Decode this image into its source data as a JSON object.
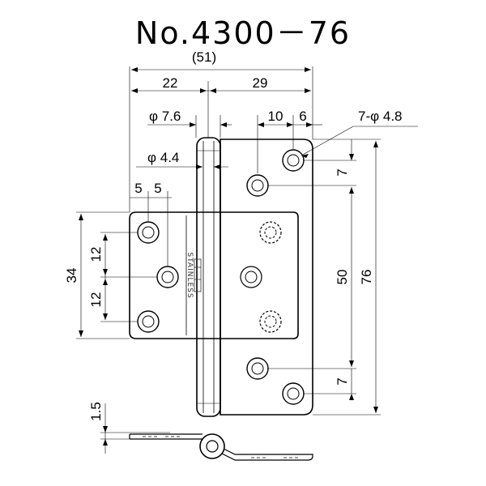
{
  "title": "No.4300－76",
  "dimensions": {
    "overall_width": "(51)",
    "left_leaf_width": "22",
    "right_leaf_width": "29",
    "pin_head_dia": "φ 7.6",
    "pin_dia": "φ 4.4",
    "hole_spacing_x": "10",
    "hole_edge_x": "6",
    "hole_spec": "7-φ 4.8",
    "left_hole_x1": "5",
    "left_hole_x2": "5",
    "left_leaf_height": "34",
    "left_pitch_top": "12",
    "left_pitch_bottom": "12",
    "hole_edge_y_top": "7",
    "hole_edge_y_bottom": "7",
    "inner_hole_span": "50",
    "overall_height": "76",
    "thickness": "1.5"
  },
  "stamp": {
    "material": "STAINLESS"
  }
}
